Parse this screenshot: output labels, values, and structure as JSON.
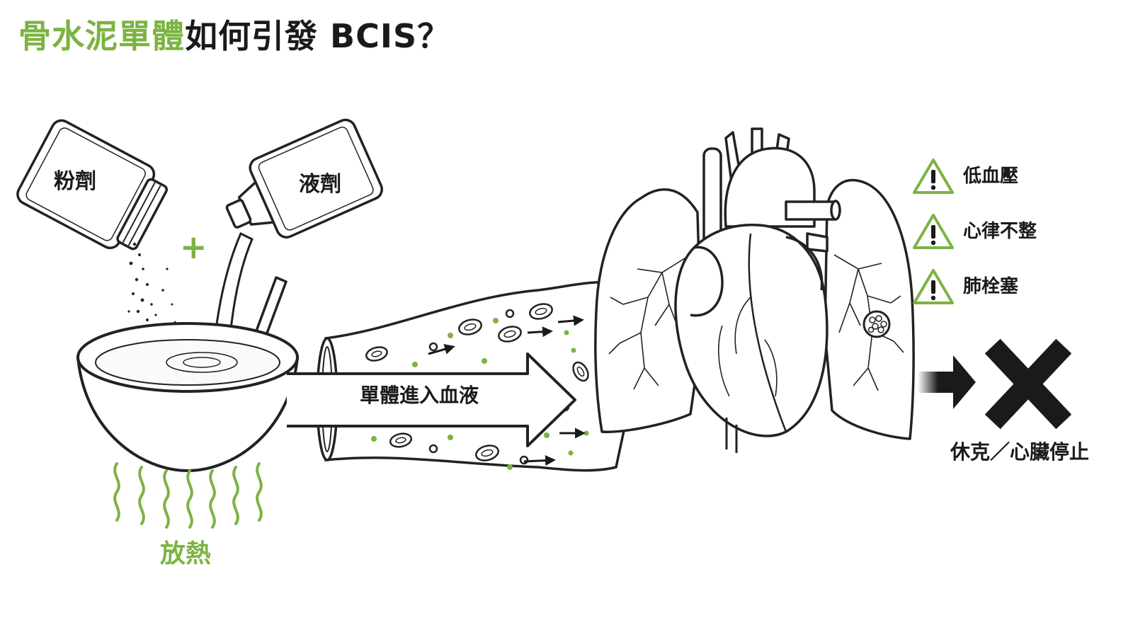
{
  "title": {
    "highlight": "骨水泥單體",
    "rest": "如何引發 BCIS？"
  },
  "ingredients": {
    "powder_label": "粉劑",
    "liquid_label": "液劑",
    "plus": "+"
  },
  "heat_label": "放熱",
  "flow_label": "單體進入血液",
  "warnings": [
    {
      "icon": "warning-triangle-icon",
      "text": "低血壓"
    },
    {
      "icon": "warning-triangle-icon",
      "text": "心律不整"
    },
    {
      "icon": "warning-triangle-icon",
      "text": "肺栓塞"
    }
  ],
  "outcome": {
    "icon": "x-mark-icon",
    "label": "休克／心臟停止"
  },
  "colors": {
    "accent": "#7cb342",
    "ink": "#1a1a1a",
    "outline": "#222222"
  }
}
